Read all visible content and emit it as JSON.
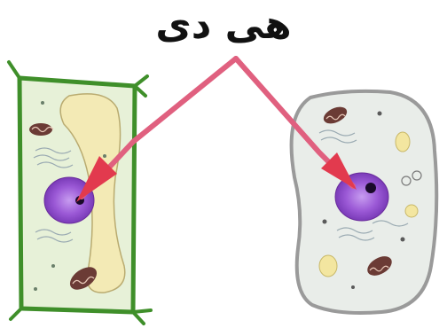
{
  "title": "هی دی",
  "colors": {
    "plant_wall": "#3f8f2a",
    "plant_cytoplasm": "#e7f1d8",
    "vacuole": "#f3eab5",
    "animal_membrane": "#9a9a9a",
    "animal_cytoplasm": "#e9ede9",
    "nucleus": "#9b59d6",
    "nucleolus": "#1a0a2a",
    "mitochondria": "#6b3b35",
    "pointer_line": "#e0607f",
    "arrow_head": "#e23a4e"
  },
  "figures": {
    "plant_cell": "plant-cell",
    "animal_cell": "animal-cell"
  }
}
